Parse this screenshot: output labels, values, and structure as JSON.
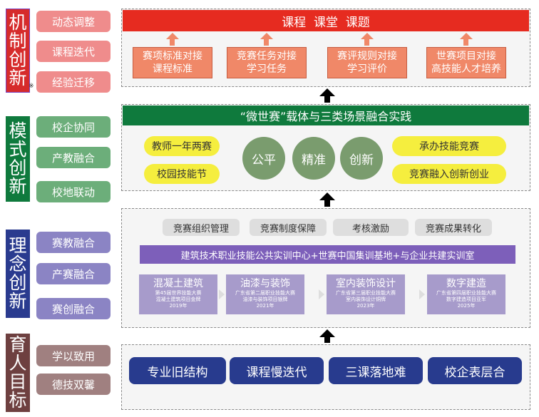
{
  "sections": [
    {
      "title": "机制创新",
      "color": "#d62b2b",
      "items": [
        "动态调整",
        "课程迭代",
        "经验迁移"
      ],
      "item_color": "#ef8c8c"
    },
    {
      "title": "模式创新",
      "color": "#0f7a3d",
      "items": [
        "校企协同",
        "产教融合",
        "校地联动"
      ],
      "item_color": "#6cae7a"
    },
    {
      "title": "理念创新",
      "color": "#2a3b8f",
      "items": [
        "赛教融合",
        "产赛融合",
        "赛创融合"
      ],
      "item_color": "#8b84c4"
    },
    {
      "title": "育人目标",
      "color": "#6e4040",
      "items": [
        "学以致用",
        "德技双馨"
      ],
      "item_color": "#a08080"
    }
  ],
  "mechanism": {
    "header": "课程  课堂  课题",
    "header_color": "#e62b20",
    "boxes": [
      {
        "line1": "赛项标准对接",
        "line2": "课程标准"
      },
      {
        "line1": "竞赛任务对接",
        "line2": "学习任务"
      },
      {
        "line1": "赛评规则对接",
        "line2": "学习评价"
      },
      {
        "line1": "世赛项目对接",
        "line2": "高技能人才培养"
      }
    ]
  },
  "mode": {
    "header": "“微世赛”载体与三类场景融合实践",
    "header_color": "#0f7a3d",
    "left_pills": [
      "教师一年两赛",
      "校园技能节"
    ],
    "circles": [
      "公平",
      "精准",
      "创新"
    ],
    "right_pills": [
      "承办技能竞赛",
      "竞赛融入创新创业"
    ]
  },
  "concept": {
    "tags": [
      "竞赛组织管理",
      "竞赛制度保障",
      "考核激励",
      "竞赛成果转化"
    ],
    "banner": "建筑技术职业技能公共实训中心+世赛中国集训基地+与企业共建实训室",
    "steps": [
      {
        "title": "混凝土建筑",
        "sub1": "第45届世界技能大赛",
        "sub2": "混凝土建筑项目金牌",
        "year": "2019年"
      },
      {
        "title": "油漆与装饰",
        "sub1": "广东省第二届职业技能大赛",
        "sub2": "油漆与装饰项目银牌",
        "year": "2021年"
      },
      {
        "title": "室内装饰设计",
        "sub1": "广东省第三届职业技能大赛",
        "sub2": "室内装饰设计铜牌",
        "year": "2023年"
      },
      {
        "title": "数字建造",
        "sub1": "广东省第四届职业技能大赛",
        "sub2": "数字建造项目亚军",
        "year": "2025年"
      }
    ]
  },
  "goals": [
    "专业旧结构",
    "课程慢迭代",
    "三课落地难",
    "校企表层合"
  ],
  "stray_mark": "※"
}
